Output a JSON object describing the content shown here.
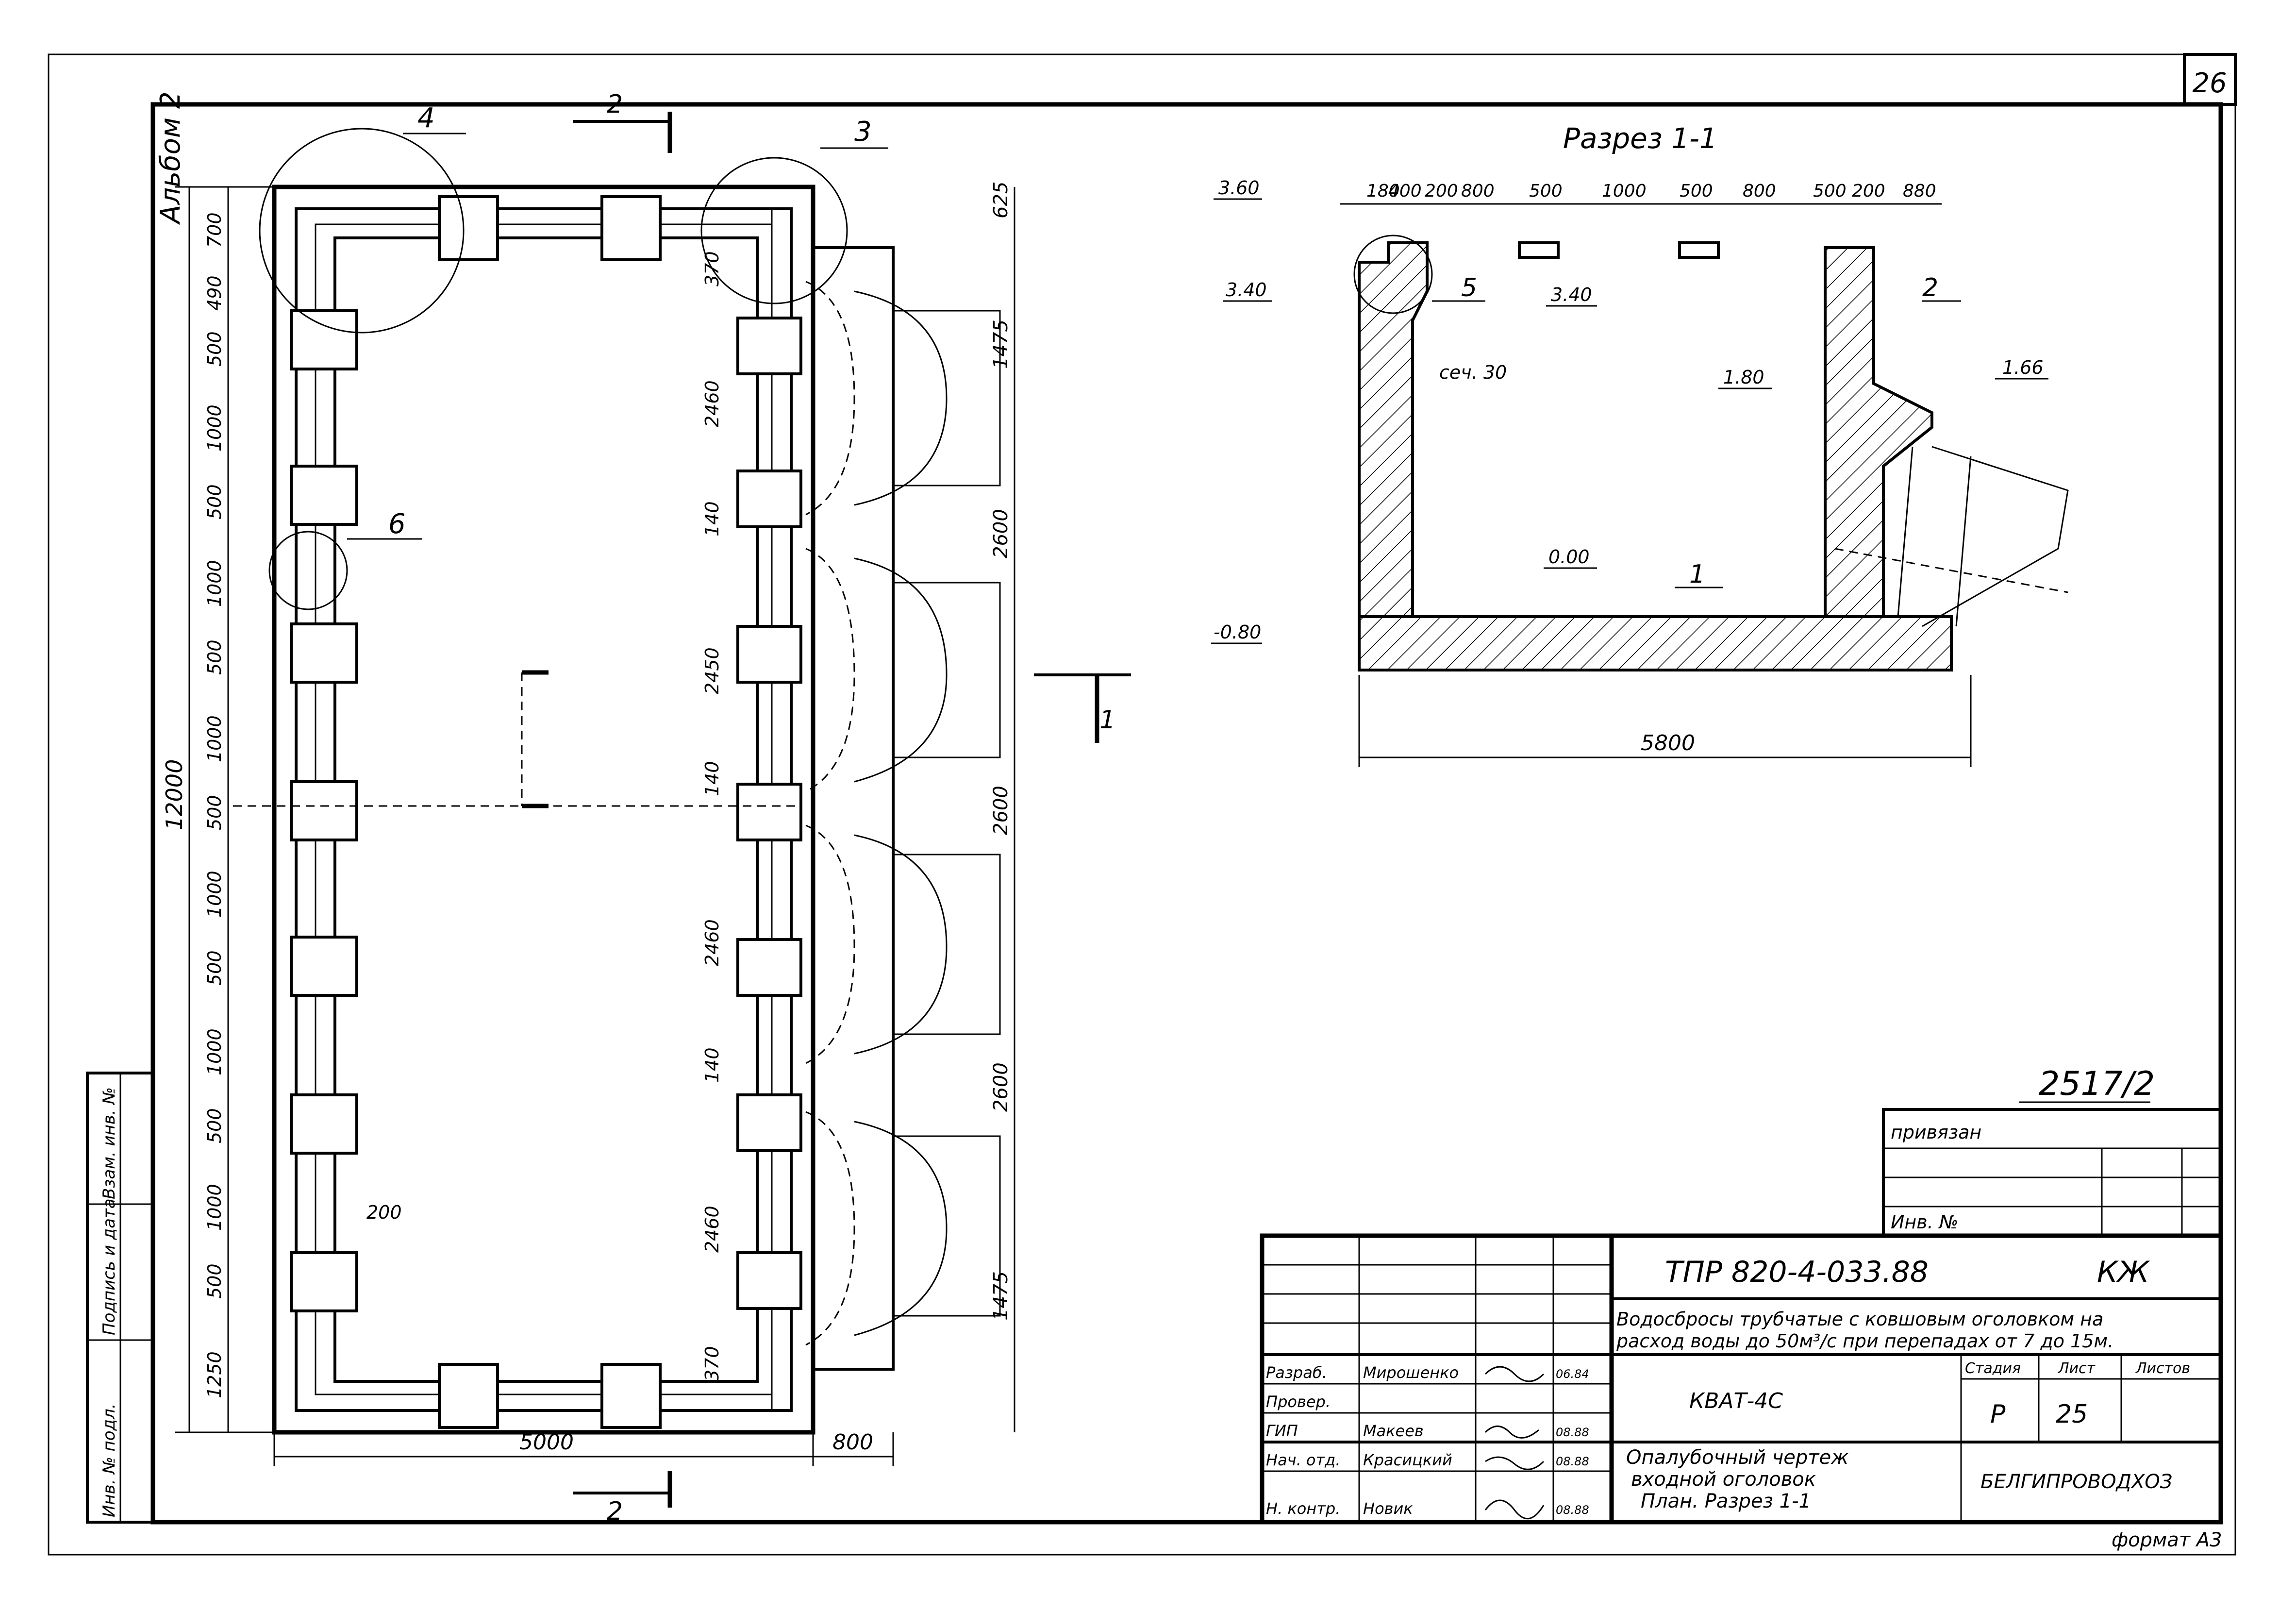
{
  "sheet": {
    "page_number": "26",
    "album_label": "Альбом 2",
    "format_label": "формат А3",
    "project_number": "2517/2"
  },
  "side_stamp": {
    "inv_podl": "Инв. № подл.",
    "signature_date": "Подпись и дата",
    "vzam_inv": "Взам. инв. №"
  },
  "plan": {
    "section_mark_top": "2",
    "section_mark_bottom": "2",
    "section_mark_right": "1",
    "callouts": [
      "4",
      "3",
      "6"
    ],
    "dims_left": [
      "700",
      "490",
      "500",
      "1000",
      "500",
      "1000",
      "500",
      "1000",
      "500",
      "1000",
      "500",
      "1000",
      "500",
      "1000",
      "500",
      "1250"
    ],
    "dim_total_left": "12000",
    "dims_inner": [
      "370",
      "2460",
      "140",
      "2450",
      "140",
      "2460",
      "140",
      "2460",
      "370"
    ],
    "dims_right": [
      "625",
      "1475",
      "2600",
      "2600",
      "2600",
      "1475"
    ],
    "dim_bottom_width": "5000",
    "dim_bottom_right": "800",
    "dim_small": "200"
  },
  "section": {
    "title": "Разрез 1-1",
    "top_dims": [
      "180",
      "400",
      "200",
      "800",
      "500",
      "1000",
      "500",
      "800",
      "500",
      "200",
      "880"
    ],
    "levels": {
      "l360": "3.60",
      "l340_left": "3.40",
      "l340_mid": "3.40",
      "l180": "1.80",
      "l166": "1.66",
      "l000": "0.00",
      "lm080": "-0.80"
    },
    "wall_label": "сеч. 30",
    "callouts": [
      "5",
      "2",
      "1"
    ],
    "bottom_dim": "5800"
  },
  "title_block": {
    "privyazan": "привязан",
    "inv_no": "Инв. №",
    "code": "ТПР 820-4-033.88",
    "mark": "КЖ",
    "description_line1": "Водосбросы трубчатые с ковшовым оголовком на",
    "description_line2": "расход воды до 50м³/с при перепадах от 7 до 15м.",
    "element": "КВАТ-4С",
    "stage_header": "Стадия",
    "sheet_header": "Лист",
    "sheets_header": "Листов",
    "stage": "Р",
    "sheet": "25",
    "drawing_name_line1": "Опалубочный чертеж",
    "drawing_name_line2": "входной оголовок",
    "drawing_name_line3": "План. Разрез 1-1",
    "organization": "БЕЛГИПРОВОДХОЗ",
    "roles": [
      {
        "role": "Разраб.",
        "name": "Мирошенко",
        "date": "06.84"
      },
      {
        "role": "Провер.",
        "name": "",
        "date": ""
      },
      {
        "role": "ГИП",
        "name": "Макеев",
        "date": "08.88"
      },
      {
        "role": "Нач. отд.",
        "name": "Красицкий",
        "date": "08.88"
      },
      {
        "role": "Н. контр.",
        "name": "Новик",
        "date": "08.88"
      }
    ]
  }
}
